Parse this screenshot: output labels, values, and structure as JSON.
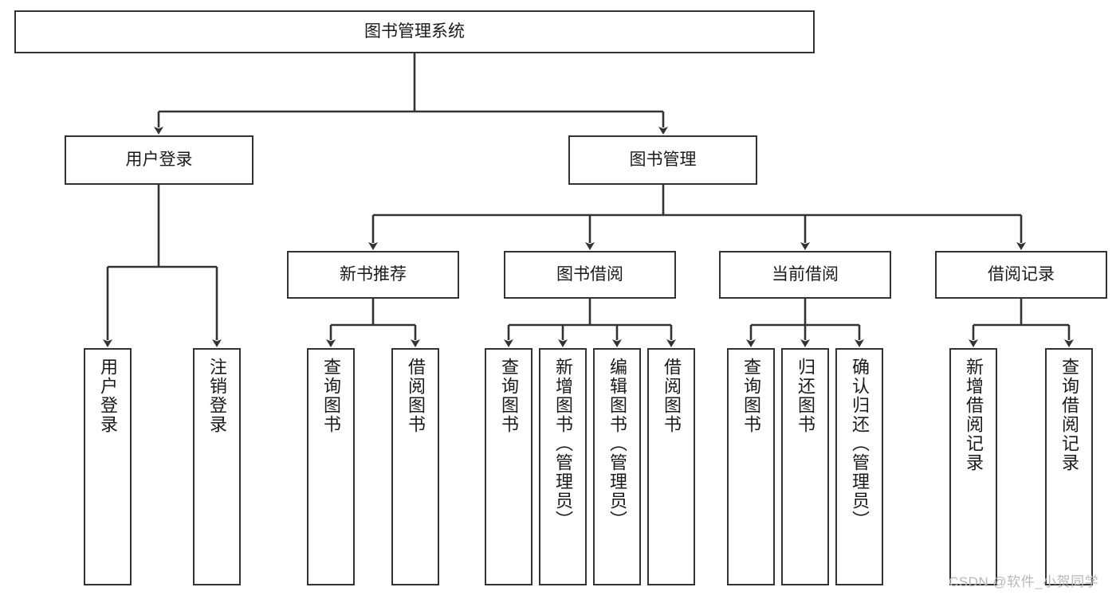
{
  "diagram": {
    "title": "图书管理系统",
    "type": "tree-hierarchy",
    "nodes": {
      "root": {
        "label": "图书管理系统"
      },
      "level2": [
        {
          "label": "用户登录"
        },
        {
          "label": "图书管理"
        }
      ],
      "level3": [
        {
          "label": "新书推荐"
        },
        {
          "label": "图书借阅"
        },
        {
          "label": "当前借阅"
        },
        {
          "label": "借阅记录"
        }
      ],
      "leaves_user_login": [
        {
          "label": "用户登录"
        },
        {
          "label": "注销登录"
        }
      ],
      "leaves_new_book": [
        {
          "label": "查询图书"
        },
        {
          "label": "借阅图书"
        }
      ],
      "leaves_borrow": [
        {
          "label": "查询图书"
        },
        {
          "label": "新增图书（管理员）"
        },
        {
          "label": "编辑图书（管理员）"
        },
        {
          "label": "借阅图书"
        }
      ],
      "leaves_current": [
        {
          "label": "查询图书"
        },
        {
          "label": "归还图书"
        },
        {
          "label": "确认归还（管理员）"
        }
      ],
      "leaves_record": [
        {
          "label": "新增借阅记录"
        },
        {
          "label": "查询借阅记录"
        }
      ]
    }
  },
  "watermark": {
    "text": "CSDN @软件_小贺同学"
  },
  "colors": {
    "stroke": "#333333",
    "background": "#ffffff",
    "text": "#1a1a1a",
    "watermark": "#b8b8b8"
  }
}
